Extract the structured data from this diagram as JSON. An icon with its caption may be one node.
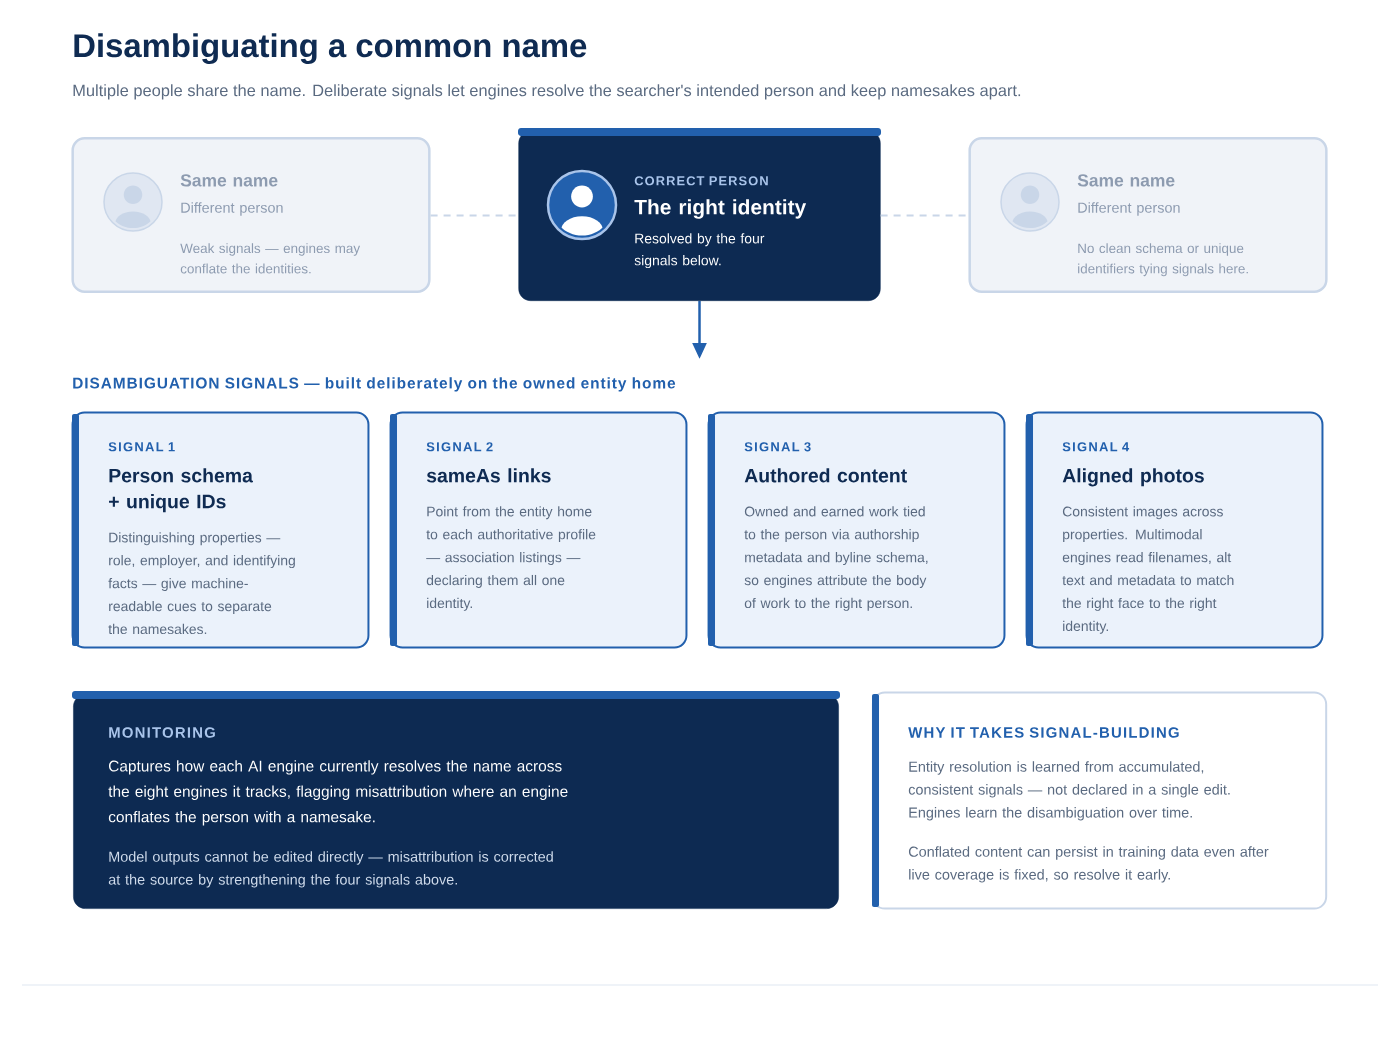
{
  "diagram": {
    "title": "Disambiguating a common name",
    "caption": "Multiple people share the name. Deliberate signals let engines resolve the searcher's intended person and keep namesakes apart.",
    "nodes": [
      {
        "text": [
          "Same name",
          "Different person",
          "Weak signals — engines may conflate the identities."
        ]
      },
      {
        "text": [
          "CORRECT PERSON",
          "The right identity",
          "Resolved by the four signals below."
        ]
      },
      {
        "text": [
          "Same name",
          "Different person",
          "No clean schema or unique identifiers tying signals here."
        ]
      },
      {
        "text": [
          "DISAMBIGUATION SIGNALS — built deliberately on the owned entity home"
        ]
      },
      {
        "text": [
          "SIGNAL 1",
          "Person schema + unique IDs",
          "Distinguishing properties — role, employer, and identifying facts — give machine-readable cues to separate the namesakes."
        ]
      },
      {
        "text": [
          "SIGNAL 2",
          "sameAs links",
          "Point from the entity home to each authoritative profile — association listings — declaring them all one identity."
        ]
      },
      {
        "text": [
          "SIGNAL 3",
          "Authored content",
          "Owned and earned work tied to the person via authorship metadata and byline schema, so engines attribute the body of work to the right person."
        ]
      },
      {
        "text": [
          "SIGNAL 4",
          "Aligned photos",
          "Consistent images across properties. Multimodal engines read filenames, alt text and metadata to match the right face to the right identity."
        ]
      },
      {
        "text": [
          "MONITORING",
          "Captures how each AI engine currently resolves the name across the eight engines it tracks, flagging misattribution where an engine conflates the person with a namesake.",
          "Model outputs cannot be edited directly — misattribution is corrected at the source by strengthening the four signals above."
        ]
      },
      {
        "text": [
          "WHY IT TAKES SIGNAL-BUILDING",
          "Entity resolution is learned from accumulated, consistent signals — not declared in a single edit. Engines learn the disambiguation over time.",
          "Conflated content can persist in training data even after live coverage is fixed, so resolve it early."
        ]
      }
    ],
    "edges": [
      {
        "from": 0,
        "to": 1,
        "arrow": "none",
        "style": "dashed",
        "color": "#c9d6e8"
      },
      {
        "from": 1,
        "to": 2,
        "arrow": "none",
        "style": "dashed",
        "color": "#c9d6e8"
      },
      {
        "from": 1,
        "to": 3,
        "arrow": "to",
        "color": "#2260ad"
      }
    ]
  }
}
